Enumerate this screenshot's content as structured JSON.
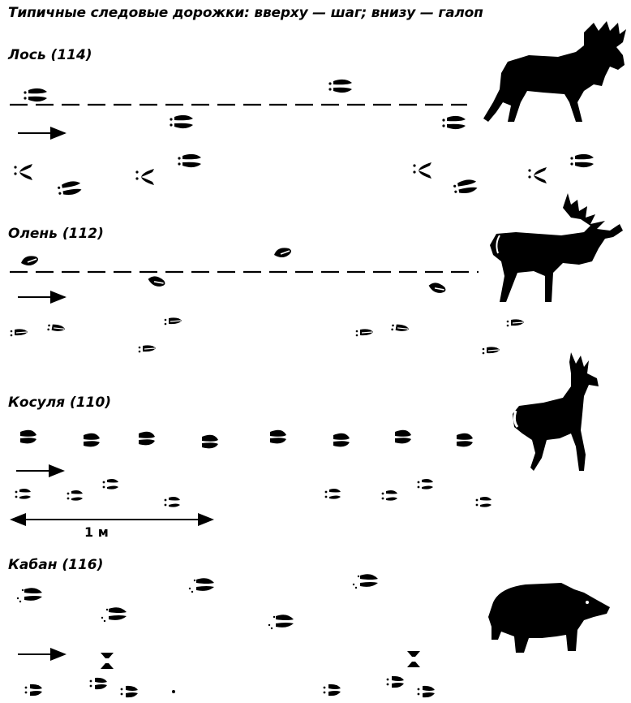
{
  "title": "Типичные следовые дорожки: вверху — шаг; внизу — галоп",
  "species": [
    {
      "key": "moose",
      "label": "Лось (114)"
    },
    {
      "key": "red-deer",
      "label": "Олень (112)"
    },
    {
      "key": "roe-deer",
      "label": "Косуля (110)"
    },
    {
      "key": "boar",
      "label": "Кабан (116)"
    }
  ],
  "scale": {
    "label": "1 м"
  },
  "colors": {
    "ink": "#000000",
    "background": "#ffffff"
  }
}
